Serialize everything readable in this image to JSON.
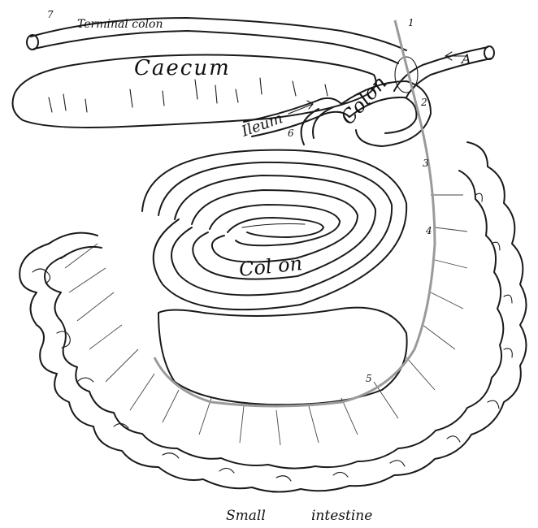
{
  "labels": {
    "terminal_colon": "Terminal colon",
    "caecum": "Caecum",
    "ileum": "Ileum",
    "colon_upper": "Colon",
    "colon_spiral": "Col on",
    "small_intestine_1": "Small",
    "small_intestine_2": "intestine",
    "letter_a": "A"
  },
  "markers": [
    "1",
    "2",
    "3",
    "4",
    "5",
    "6",
    "7"
  ]
}
